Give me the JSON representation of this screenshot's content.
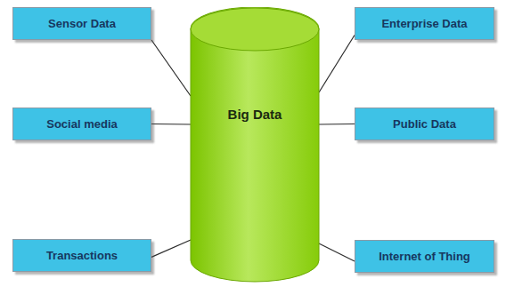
{
  "diagram": {
    "nodes": [
      {
        "text": [
          "Sensor Data"
        ]
      },
      {
        "text": [
          "Enterprise Data"
        ]
      },
      {
        "text": [
          "Social media"
        ]
      },
      {
        "text": [
          "Big Data"
        ]
      },
      {
        "text": [
          "Public Data"
        ]
      },
      {
        "text": [
          "Transactions"
        ]
      },
      {
        "text": [
          "Internet of Thing"
        ]
      }
    ],
    "edges": [
      {
        "from": 0,
        "to": 3,
        "arrow": "none"
      },
      {
        "from": 1,
        "to": 3,
        "arrow": "none"
      },
      {
        "from": 2,
        "to": 3,
        "arrow": "none"
      },
      {
        "from": 4,
        "to": 3,
        "arrow": "none"
      },
      {
        "from": 5,
        "to": 3,
        "arrow": "none"
      },
      {
        "from": 6,
        "to": 3,
        "arrow": "none"
      }
    ]
  }
}
